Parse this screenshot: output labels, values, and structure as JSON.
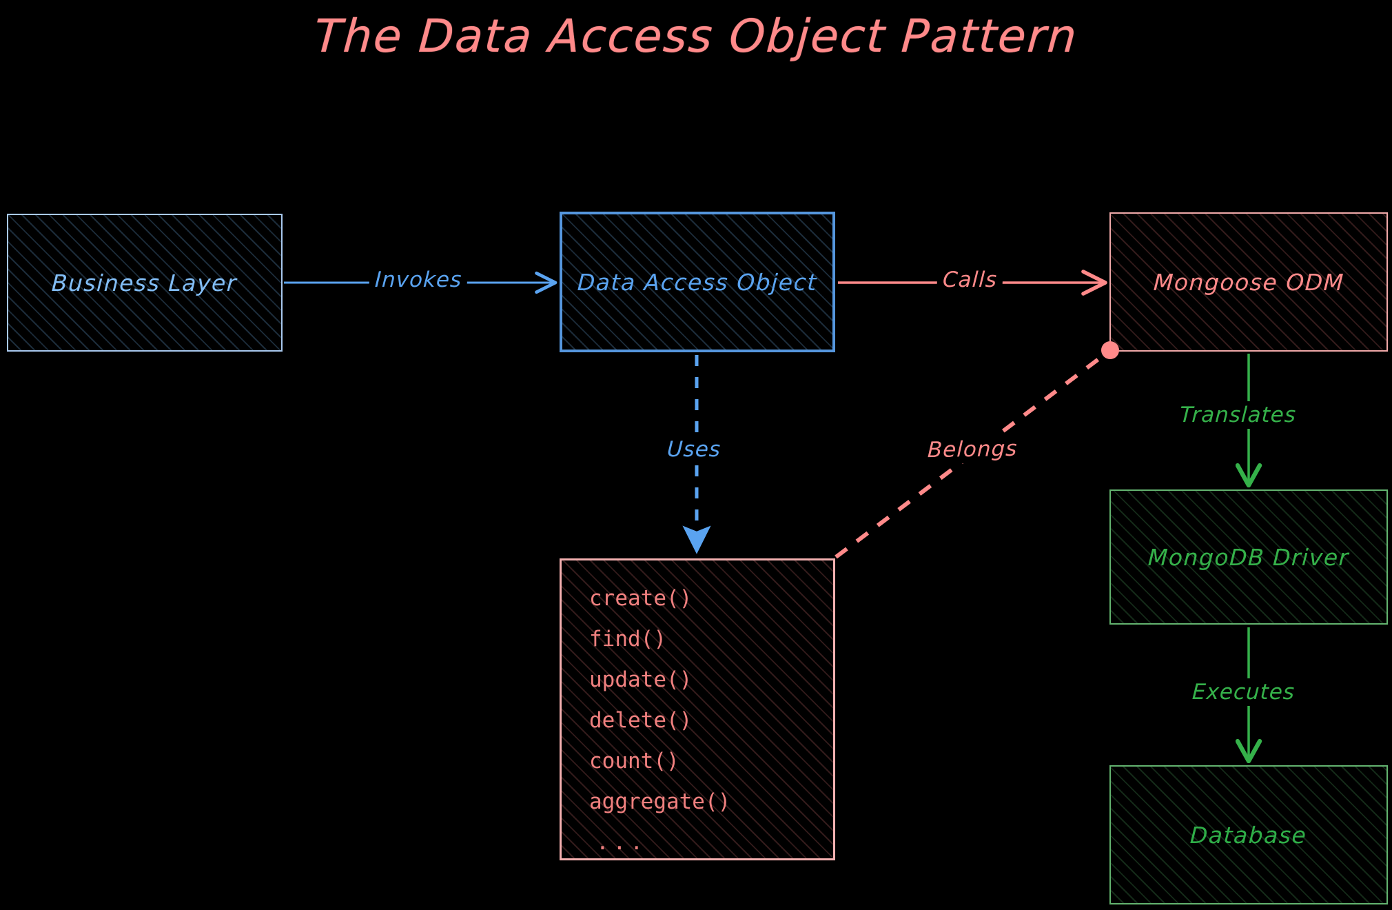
{
  "title": "The Data Access Object Pattern",
  "theme": {
    "background": "#000000",
    "title_color": "#ff8a8a",
    "blue": "#5aa3f0",
    "blue_light": "#a9c9ef",
    "pink": "#ff8a8a",
    "green": "#35b14a"
  },
  "nodes": [
    {
      "id": "business",
      "label": "Business Layer",
      "color": "#82bdf5",
      "stroke": "#a9c9ef"
    },
    {
      "id": "dao",
      "label": "Data Access Object",
      "color": "#5aa3f0",
      "stroke": "#5596dd"
    },
    {
      "id": "mongoose",
      "label": "Mongoose ODM",
      "color": "#ff8a8a",
      "stroke": "#f0a9a9"
    },
    {
      "id": "driver",
      "label": "MongoDB Driver",
      "color": "#35b14a",
      "stroke": "#63b36f"
    },
    {
      "id": "database",
      "label": "Database",
      "color": "#2fae48",
      "stroke": "#63b36f"
    }
  ],
  "methods_box": {
    "id": "methods",
    "stroke": "#f3b0b0",
    "text_color": "#f0807f",
    "items": [
      "create()",
      "find()",
      "update()",
      "delete()",
      "count()",
      "aggregate()",
      "..."
    ]
  },
  "edges": [
    {
      "id": "invokes",
      "label": "Invokes",
      "from": "business",
      "to": "dao",
      "style": "solid",
      "color": "#5aa3f0",
      "arrow": "triangle-open"
    },
    {
      "id": "calls",
      "label": "Calls",
      "from": "dao",
      "to": "mongoose",
      "style": "solid",
      "color": "#ff8a8a",
      "arrow": "triangle-open"
    },
    {
      "id": "uses",
      "label": "Uses",
      "from": "dao",
      "to": "methods",
      "style": "dashed",
      "color": "#5aa3f0",
      "arrow": "triangle-filled"
    },
    {
      "id": "belongs",
      "label": "Belongs",
      "from": "methods",
      "to": "mongoose",
      "style": "dashed",
      "color": "#ff8a8a",
      "arrow": "dot"
    },
    {
      "id": "translates",
      "label": "Translates",
      "from": "mongoose",
      "to": "driver",
      "style": "solid",
      "color": "#35b14a",
      "arrow": "triangle-open"
    },
    {
      "id": "executes",
      "label": "Executes",
      "from": "driver",
      "to": "database",
      "style": "solid",
      "color": "#35b14a",
      "arrow": "triangle-open"
    }
  ]
}
